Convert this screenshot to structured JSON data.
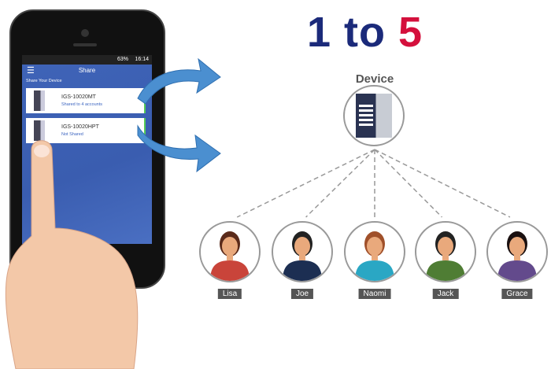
{
  "title": {
    "part1": "1 to ",
    "part2": "5",
    "color1": "#1b2a7a",
    "color2": "#d4103c"
  },
  "device_label": "Device",
  "phone": {
    "status": {
      "battery": "63%",
      "time": "16:14"
    },
    "appbar_title": "Share",
    "section_label": "Share Your Device",
    "devices": [
      {
        "name": "IGS-10020MT",
        "status": "Shared to 4 accounts"
      },
      {
        "name": "IGS-10020HPT",
        "status": "Not Shared"
      }
    ]
  },
  "users": [
    {
      "name": "Lisa",
      "shirt": "#c9443a",
      "hair": "#5a2a1a"
    },
    {
      "name": "Joe",
      "shirt": "#1c2e52",
      "hair": "#222"
    },
    {
      "name": "Naomi",
      "shirt": "#2aa7c4",
      "hair": "#a0502a"
    },
    {
      "name": "Jack",
      "shirt": "#4f7d34",
      "hair": "#222"
    },
    {
      "name": "Grace",
      "shirt": "#634a8c",
      "hair": "#1a1010"
    }
  ]
}
